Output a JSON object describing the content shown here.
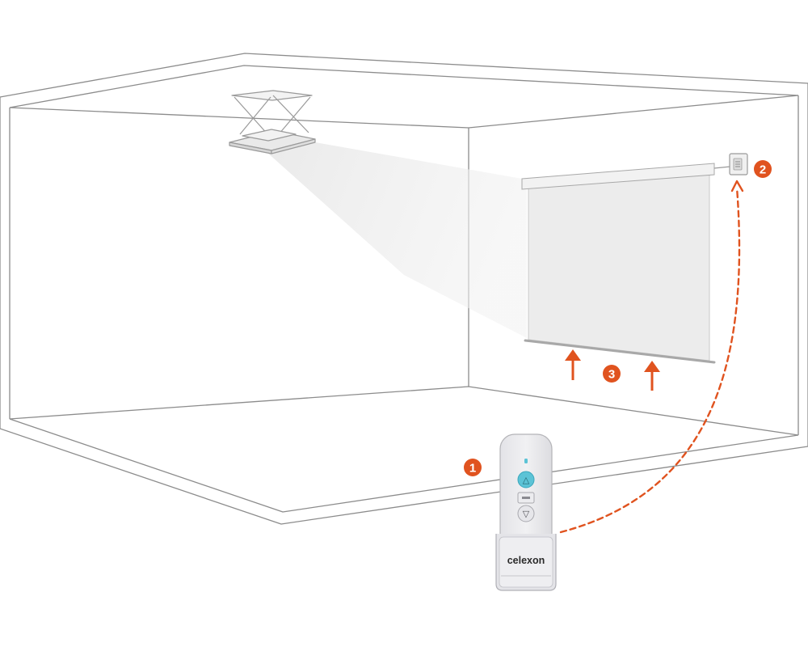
{
  "accent_color": "#e0531f",
  "remote_led_color": "#5cc3d6",
  "steps": [
    {
      "id": "1",
      "label": "1"
    },
    {
      "id": "2",
      "label": "2"
    },
    {
      "id": "3",
      "label": "3"
    }
  ],
  "remote": {
    "brand": "celexon",
    "buttons": [
      {
        "name": "up",
        "icon": "triangle-up-icon",
        "glyph": "△"
      },
      {
        "name": "stop",
        "icon": "stop-bar-icon",
        "glyph": "▭"
      },
      {
        "name": "down",
        "icon": "triangle-down-icon",
        "glyph": "▽"
      }
    ]
  },
  "motion": {
    "screen_direction": "up",
    "arrows": [
      "arrow-up-icon",
      "arrow-up-icon"
    ]
  }
}
